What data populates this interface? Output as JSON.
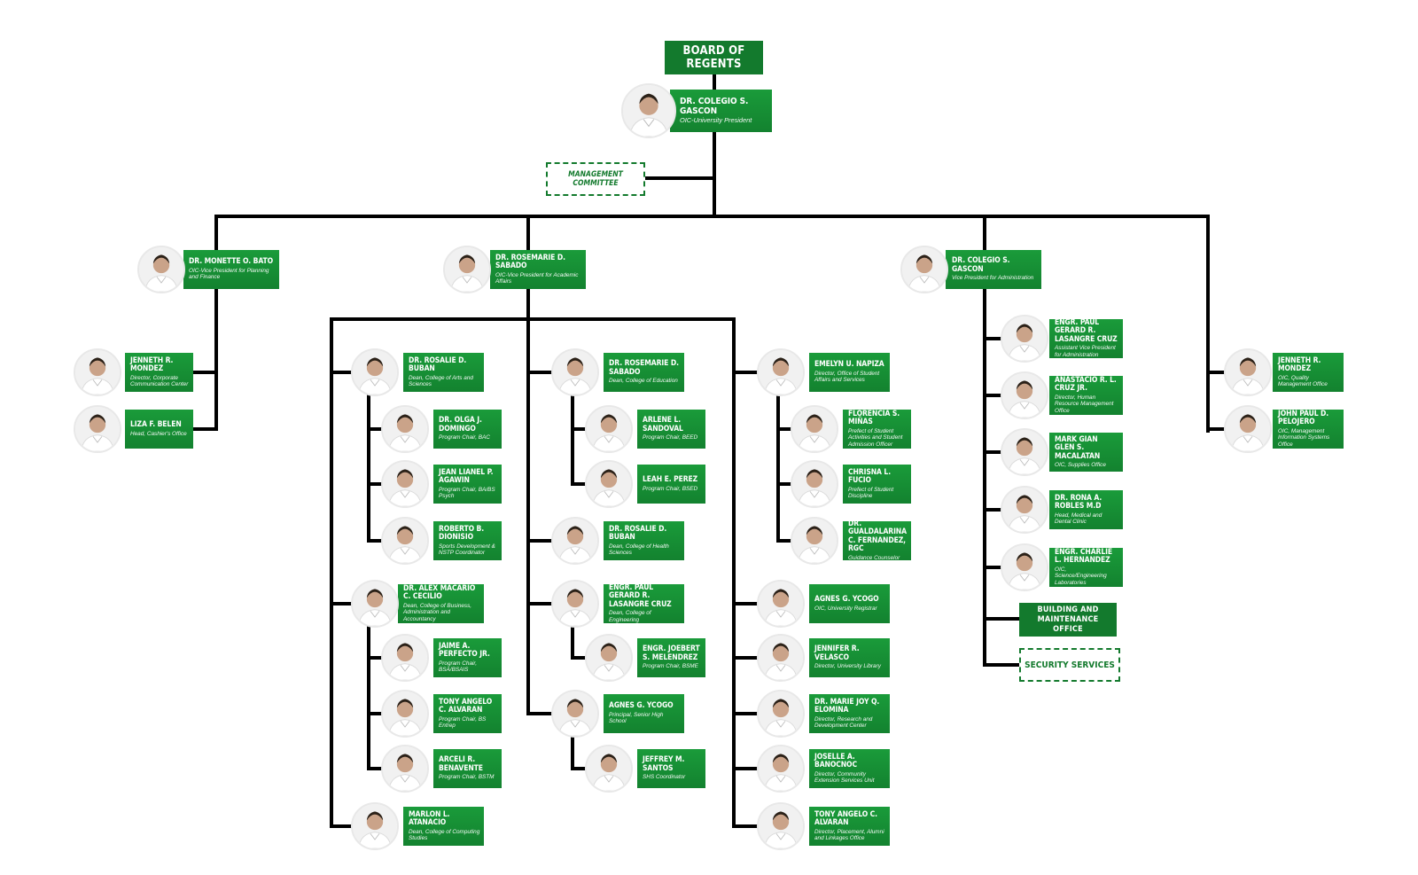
{
  "board": "BOARD OF REGENTS",
  "management_committee": "MANAGEMENT COMMITTEE",
  "building_maintenance": "BUILDING AND MAINTENANCE OFFICE",
  "security_services": "SECURITY SERVICES",
  "president": {
    "name": "DR. COLEGIO S. GASCON",
    "title": "OIC-University President"
  },
  "vp_planning": {
    "name": "DR. MONETTE O. BATO",
    "title": "OIC-Vice President for Planning and Finance"
  },
  "vp_academic": {
    "name": "DR. ROSEMARIE D. SABADO",
    "title": "OIC-Vice President for Academic Affairs"
  },
  "vp_admin": {
    "name": "DR. COLEGIO S. GASCON",
    "title": "Vice President for Administration"
  },
  "planning": [
    {
      "name": "JENNETH R. MONDEZ",
      "title": "Director, Corporate Communication Center"
    },
    {
      "name": "LIZA F. BELEN",
      "title": "Head, Cashier's Office"
    }
  ],
  "col1": [
    {
      "name": "DR. ROSALIE D. BUBAN",
      "title": "Dean, College of Arts and Sciences"
    },
    {
      "name": "DR. OLGA J. DOMINGO",
      "title": "Program Chair, BAC"
    },
    {
      "name": "JEAN LIANEL P. AGAWIN",
      "title": "Program Chair, BA/BS Psych"
    },
    {
      "name": "ROBERTO B. DIONISIO",
      "title": "Sports Development & NSTP Coordinator"
    },
    {
      "name": "DR. ALEX MACARIO C. CECILIO",
      "title": "Dean, College of Business, Administration and Accountancy"
    },
    {
      "name": "JAIME A. PERFECTO JR.",
      "title": "Program Chair, BSA/BSAIS"
    },
    {
      "name": "TONY ANGELO C. ALVARAN",
      "title": "Program Chair, BS Entrep"
    },
    {
      "name": "ARCELI R. BENAVENTE",
      "title": "Program Chair, BSTM"
    },
    {
      "name": "MARLON L. ATANACIO",
      "title": "Dean, College of Computing Studies"
    }
  ],
  "col2": [
    {
      "name": "DR. ROSEMARIE D. SABADO",
      "title": "Dean, College of Education"
    },
    {
      "name": "ARLENE L. SANDOVAL",
      "title": "Program Chair, BEED"
    },
    {
      "name": "LEAH E. PEREZ",
      "title": "Program Chair, BSED"
    },
    {
      "name": "DR. ROSALIE D. BUBAN",
      "title": "Dean, College of Health Sciences"
    },
    {
      "name": "ENGR. PAUL GERARD R. LASANGRE CRUZ",
      "title": "Dean, College of Engineering"
    },
    {
      "name": "ENGR. JOEBERT S. MELENDREZ",
      "title": "Program Chair, BSME"
    },
    {
      "name": "AGNES G. YCOGO",
      "title": "Principal, Senior High School"
    },
    {
      "name": "JEFFREY M. SANTOS",
      "title": "SHS Coordinator"
    }
  ],
  "col3": [
    {
      "name": "EMELYN U. NAPIZA",
      "title": "Director, Office of Student Affairs and Services"
    },
    {
      "name": "FLORENCIA S. MIÑAS",
      "title": "Prefect of Student Activities and Student Admission Officer"
    },
    {
      "name": "CHRISNA L. FUCIO",
      "title": "Prefect of Student Discipline"
    },
    {
      "name": "DR. GUALDALARINA C. FERNANDEZ, RGC",
      "title": "Guidance Counselor"
    },
    {
      "name": "AGNES G. YCOGO",
      "title": "OIC, University Registrar"
    },
    {
      "name": "JENNIFER R. VELASCO",
      "title": "Director, University Library"
    },
    {
      "name": "DR. MARIE JOY Q. ELOMINA",
      "title": "Director, Research and Development Center"
    },
    {
      "name": "JOSELLE A. BANOCNOC",
      "title": "Director, Community Extension Services Unit"
    },
    {
      "name": "TONY ANGELO C. ALVARAN",
      "title": "Director, Placement, Alumni and Linkages Office"
    }
  ],
  "admin": [
    {
      "name": "ENGR. PAUL GERARD R. LASANGRE CRUZ",
      "title": "Assistant Vice President for Administration"
    },
    {
      "name": "ANASTACIO R. L. CRUZ JR.",
      "title": "Director, Human Resource Management Office"
    },
    {
      "name": "MARK GIAN GLEN S. MACALATAN",
      "title": "OIC, Supplies Office"
    },
    {
      "name": "DR. RONA A. ROBLES M.D",
      "title": "Head, Medical and Dental Clinic"
    },
    {
      "name": "ENGR. CHARLIE L. HERNANDEZ",
      "title": "OIC, Science/Engineering Laboratories"
    }
  ],
  "right": [
    {
      "name": "JENNETH R. MONDEZ",
      "title": "OIC, Quality Management Office"
    },
    {
      "name": "JOHN PAUL D. PELOJERO",
      "title": "OIC, Management Information Systems Office"
    }
  ]
}
